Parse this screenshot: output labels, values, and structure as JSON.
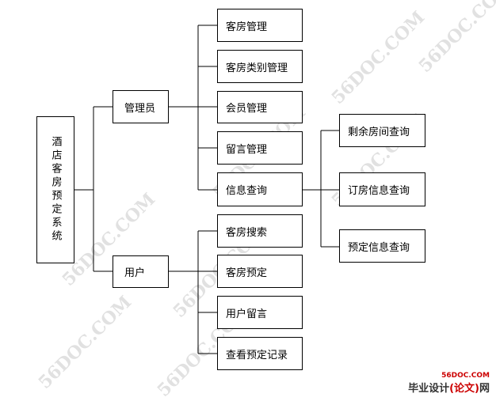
{
  "root": {
    "label": "酒店客房预定系统"
  },
  "admin": {
    "label": "管理员"
  },
  "user": {
    "label": "用户"
  },
  "admin_items": [
    "客房管理",
    "客房类别管理",
    "会员管理",
    "留言管理",
    "信息查询"
  ],
  "query_items": [
    "剩余房间查询",
    "订房信息查询",
    "预定信息查询"
  ],
  "user_items": [
    "客房搜索",
    "客房预定",
    "用户留言",
    "查看预定记录"
  ],
  "watermark": "56DOC.COM",
  "footer": {
    "site": "56DOC.COM",
    "name_prefix": "毕业设计",
    "name_paren": "(论文)",
    "name_suffix": "网"
  },
  "colors": {
    "line": "#000000",
    "box_border": "#000000",
    "watermark": "#c9c9c9",
    "footer_accent": "#cc0000"
  }
}
